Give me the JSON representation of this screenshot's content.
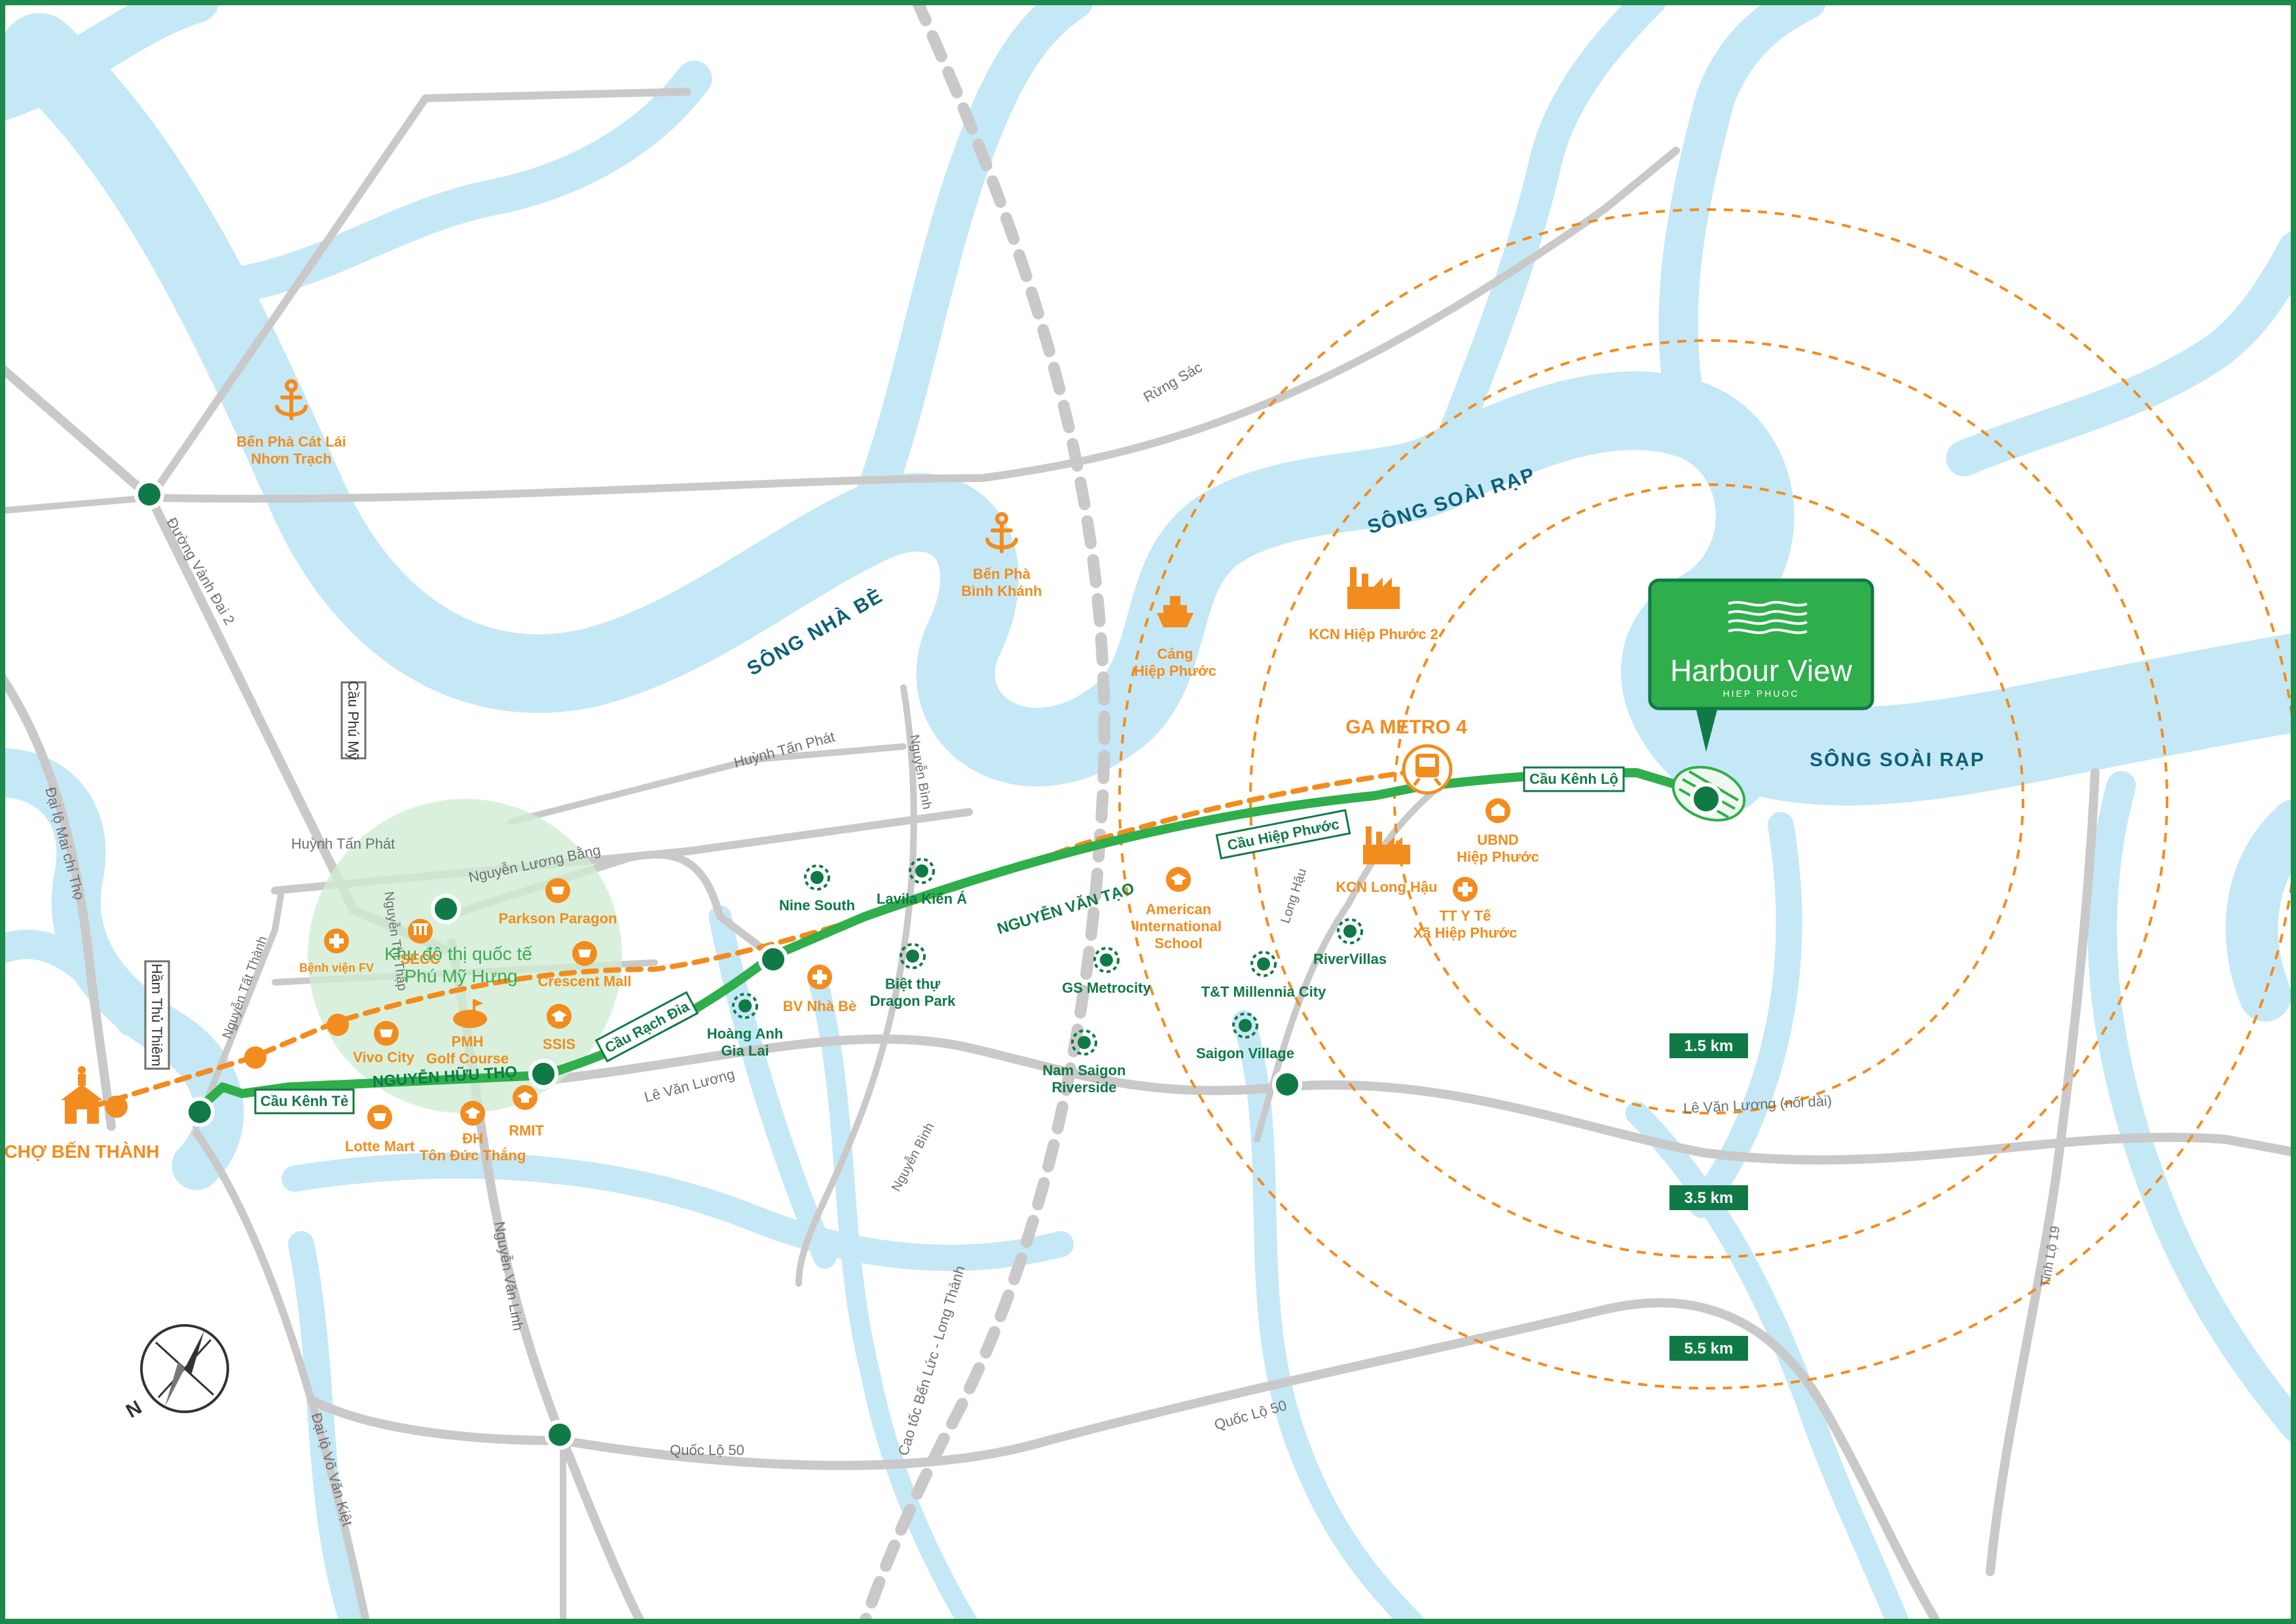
{
  "colors": {
    "water": "#c5e8f6",
    "road": "#c9c9c9",
    "accent_green": "#2fae4c",
    "dark_green": "#0f7a46",
    "orange": "#f28c1e",
    "frame": "#1c8a4b",
    "district_circle": "#cfeed3"
  },
  "project": {
    "brand": "Harbour View",
    "sub": "HIEP PHUOC"
  },
  "rivers": {
    "nha_be": "SÔNG NHÀ BÈ",
    "soai_rap_1": "SÔNG SOÀI RẠP",
    "soai_rap_2": "SÔNG SOÀI RẠP"
  },
  "radius_labels": [
    "1.5 km",
    "3.5 km",
    "5.5 km"
  ],
  "bridges": {
    "kenh_te": "Cầu Kênh Tẻ",
    "rach_dia": "Cầu Rạch Đỉa",
    "hiep_phuoc": "Cầu Hiệp Phước",
    "kenh_lo": "Cầu Kênh Lộ",
    "phu_my": "Cầu Phú Mỹ",
    "ham_thu_thiem": "Hầm Thủ Thiêm"
  },
  "main_roads": {
    "nguyen_huu_tho": "NGUYỄN HỮU THỌ",
    "nguyen_van_tao": "NGUYỄN VĂN TẠO"
  },
  "roads": {
    "rung_sac": "Rừng Sác",
    "vanh_dai_2": "Đường Vành Đai 2",
    "mai_chi_tho": "Đại lộ Mai chí Thọ",
    "huynh_tan_phat_1": "Huỳnh Tấn Phát",
    "huynh_tan_phat_2": "Huỳnh Tấn Phát",
    "nguyen_luong_bang": "Nguyễn Lương Bằng",
    "nguyen_thi_thap": "Nguyễn Thị Thập",
    "nguyen_tat_thanh": "Nguyễn Tất Thành",
    "nguyen_binh_1": "Nguyễn Bình",
    "nguyen_binh_2": "Nguyễn Bình",
    "le_van_luong": "Lê Văn Lương",
    "le_van_luong_ext": "Lê Văn Lương (nối dài)",
    "nguyen_van_linh": "Nguyễn Văn Linh",
    "vo_van_kiet": "Đại lộ Võ Văn Kiệt",
    "ql50_1": "Quốc Lộ 50",
    "ql50_2": "Quốc Lộ 50",
    "cao_toc": "Cao tốc Bến Lức - Long Thành",
    "long_hau": "Long Hậu",
    "tinh_lo_19": "Tỉnh Lộ 19"
  },
  "ferries": {
    "cat_lai_1": "Bến Phà Cát Lái",
    "cat_lai_2": "Nhơn Trạch",
    "binh_khanh_1": "Bến Phà",
    "binh_khanh_2": "Bình Khánh"
  },
  "port": {
    "l1": "Cảng",
    "l2": "Hiệp Phước"
  },
  "industrial": {
    "kcn_hp2": "KCN Hiệp Phước 2",
    "kcn_long_hau": "KCN Long Hậu"
  },
  "metro": "GA METRO 4",
  "destinations": {
    "cho_ben_thanh": "CHỢ BẾN THÀNH",
    "pmh_district_1": "Khu đô thị quốc tế",
    "pmh_district_2": "Phú Mỹ Hưng"
  },
  "amenities": {
    "secc": "SECC",
    "benh_vien_fv": "Bệnh viện FV",
    "vivo_city": "Vivo City",
    "pmh_golf_1": "PMH",
    "pmh_golf_2": "Golf Course",
    "lotte_mart": "Lotte Mart",
    "dh_tdt_1": "ĐH",
    "dh_tdt_2": "Tôn Đức Thắng",
    "rmit": "RMIT",
    "ssis": "SSIS",
    "crescent_mall": "Crescent Mall",
    "parkson_paragon": "Parkson Paragon",
    "bv_nha_be": "BV Nhà Bè",
    "ais_1": "American",
    "ais_2": "International",
    "ais_3": "School",
    "ubnd_1": "UBND",
    "ubnd_2": "Hiệp Phước",
    "tt_yte_1": "TT Y Tế",
    "tt_yte_2": "Xã Hiệp Phước"
  },
  "projects": {
    "nine_south": "Nine South",
    "lavila": "Lavila Kiến Á",
    "biet_thu_1": "Biệt thự",
    "biet_thu_2": "Dragon Park",
    "hoang_anh_1": "Hoàng Anh",
    "hoang_anh_2": "Gia Lai",
    "gs_metrocity": "GS Metrocity",
    "nam_saigon_1": "Nam Saigon",
    "nam_saigon_2": "Riverside",
    "tt_millennia": "T&T Millennia City",
    "saigon_village": "Saigon Village",
    "rivervillas": "RiverVillas"
  },
  "compass_letter": "N"
}
